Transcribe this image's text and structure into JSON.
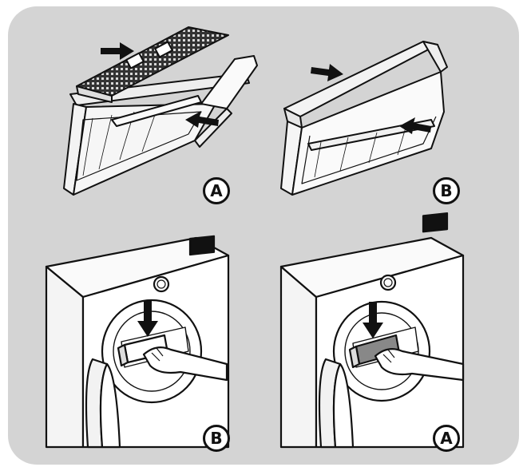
{
  "labels": {
    "top_left": "A",
    "top_right": "B",
    "bottom_left": "B",
    "bottom_right": "A"
  },
  "colors": {
    "panel": "#d4d4d4",
    "line": "#111111",
    "paper": "#ffffff"
  }
}
